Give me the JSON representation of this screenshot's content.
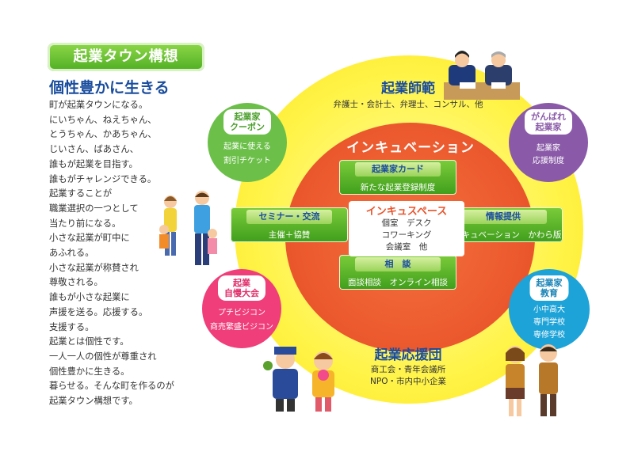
{
  "intro": {
    "badge": "起業タウン構想",
    "heading": "個性豊かに生きる",
    "lines": [
      "町が起業タウンになる。",
      "にいちゃん、ねえちゃん、",
      "とうちゃん、かあちゃん、",
      "じいさん、ばあさん、",
      "誰もが起業を目指す。",
      "誰もがチャレンジできる。",
      "起業することが",
      "職業選択の一つとして",
      "当たり前になる。",
      "小さな起業が町中に",
      "あふれる。",
      "小さな起業が称賛され",
      "尊敬される。",
      "誰もが小さな起業に",
      "声援を送る。応援する。",
      "支援する。",
      "起業とは個性です。",
      "一人一人の個性が尊重され",
      "個性豊かに生きる。",
      "暮らせる。そんな町を作るのが",
      "起業タウン構想です。"
    ]
  },
  "mentors": {
    "title": "起業師範",
    "sub": "弁護士・会計士、弁理士、コンサル、他"
  },
  "supporters": {
    "title": "起業応援団",
    "line1": "商工会・青年会議所",
    "line2": "NPO・市内中小企業"
  },
  "incubation": {
    "title": "インキュベーション"
  },
  "center": {
    "title": "インキュスペース",
    "line1": "個室　デスク",
    "line2": "コワーキング",
    "line3": "会議室　他"
  },
  "boxes": {
    "card": {
      "head": "起業家カード",
      "body": "新たな起業登録制度"
    },
    "seminar": {
      "head": "セミナー・交流",
      "body": "主催＋協賛"
    },
    "info": {
      "head": "情報提供",
      "body": "インキュベーション　かわら版"
    },
    "consult": {
      "head": "相　談",
      "body": "面談相談　オンライン相談"
    }
  },
  "sides": {
    "coupon": {
      "head1": "起業家",
      "head2": "クーポン",
      "line1": "起業に使える",
      "line2": "割引チケット",
      "color": "#6cc04a"
    },
    "ganbare": {
      "head1": "がんばれ",
      "head2": "起業家",
      "line1": "起業家",
      "line2": "応援制度",
      "color": "#8a5aa8"
    },
    "jiman": {
      "head1": "起業",
      "head2": "自慢大会",
      "line1": "プチビジコン",
      "line2": "商売繁盛ビジコン",
      "color": "#ef3e7a"
    },
    "education": {
      "head1": "起業家",
      "head2": "教育",
      "line1": "小中高大",
      "line2": "専門学校",
      "line3": "専修学校",
      "color": "#1ea3d8"
    }
  },
  "colors": {
    "outer": "#fff44a",
    "inner": "#e9532a",
    "green": "#4fae22",
    "navy": "#1a4d9e"
  }
}
